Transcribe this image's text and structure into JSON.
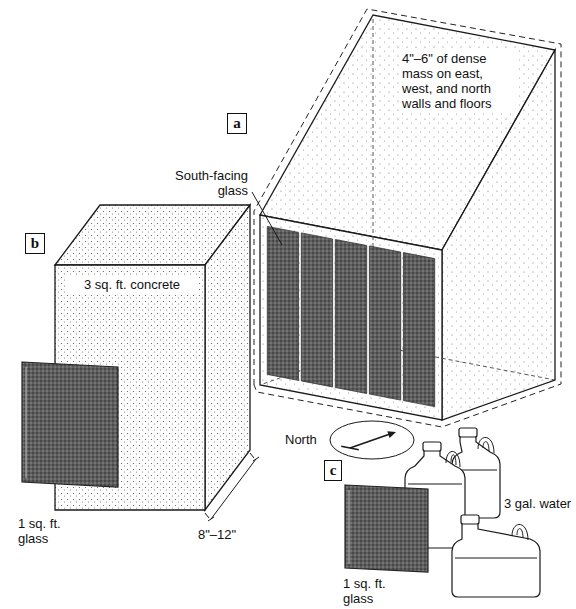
{
  "diagram": {
    "nodes": [
      {
        "text": [
          "a"
        ]
      },
      {
        "text": [
          "b"
        ]
      },
      {
        "text": [
          "c"
        ]
      }
    ],
    "labels": [
      "4\"–6\" of dense mass on east, west, and north walls and floors",
      "South-facing glass",
      "North",
      "3 sq. ft. concrete",
      "1 sq. ft. glass",
      "8\"–12\"",
      "3 gal. water",
      "1 sq. ft. glass"
    ]
  }
}
